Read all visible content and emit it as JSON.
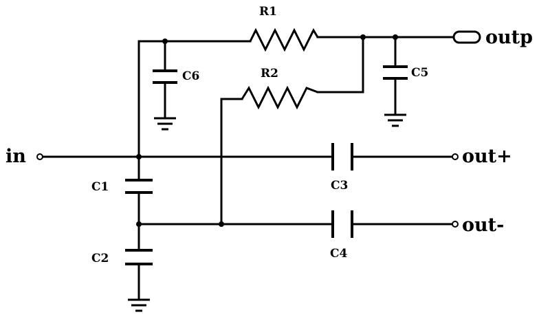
{
  "ports": {
    "in": "in",
    "out_plus": "out+",
    "out_minus": "out-",
    "outp": "outp"
  },
  "components": {
    "R1": "R1",
    "R2": "R2",
    "C1": "C1",
    "C2": "C2",
    "C3": "C3",
    "C4": "C4",
    "C5": "C5",
    "C6": "C6"
  }
}
